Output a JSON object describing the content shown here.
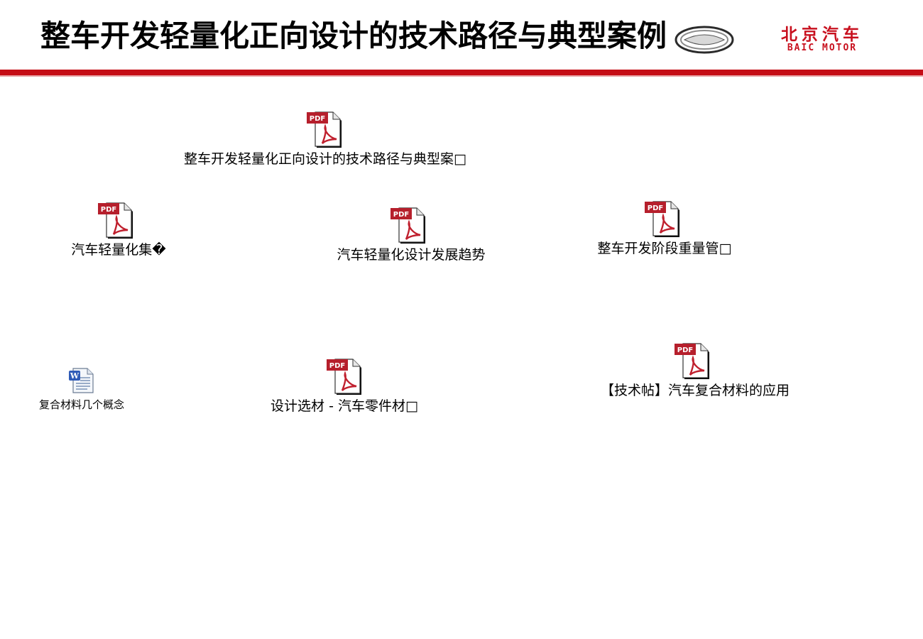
{
  "header": {
    "title": "整车开发轻量化正向设计的技术路径与典型案例",
    "brand_cn": "北京汽车",
    "brand_en": "BAIC MOTOR"
  },
  "colors": {
    "accent_red": "#c50d16",
    "pdf_red": "#b61f2c"
  },
  "files": [
    {
      "type": "pdf",
      "icon": "pdf-file-icon",
      "label": "整车开发轻量化正向设计的技术路径与典型案□"
    },
    {
      "type": "pdf",
      "icon": "pdf-file-icon",
      "label": "汽车轻量化集�"
    },
    {
      "type": "pdf",
      "icon": "pdf-file-icon",
      "label": "汽车轻量化设计发展趋势"
    },
    {
      "type": "pdf",
      "icon": "pdf-file-icon",
      "label": "整车开发阶段重量管□"
    },
    {
      "type": "doc",
      "icon": "word-document-icon",
      "label": "复合材料几个概念"
    },
    {
      "type": "pdf",
      "icon": "pdf-file-icon",
      "label": "设计选材 - 汽车零件材□"
    },
    {
      "type": "pdf",
      "icon": "pdf-file-icon",
      "label": "【技术帖】汽车复合材料的应用"
    }
  ]
}
